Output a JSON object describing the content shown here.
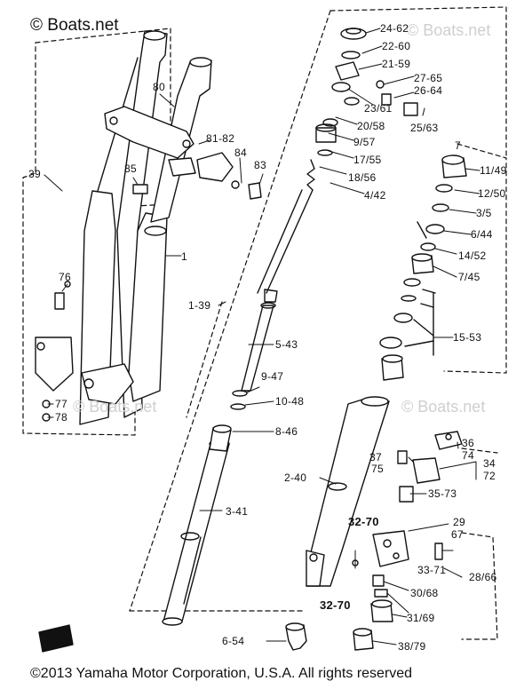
{
  "watermark": {
    "site": "© Boats.net",
    "ghost": "© Boats.net"
  },
  "copyright": "©2013 Yamaha Motor Corporation, U.S.A. All rights reserved",
  "labels": {
    "l_24_62": "24-62",
    "l_22_60": "22-60",
    "l_21_59": "21-59",
    "l_27_65": "27-65",
    "l_26_64": "26-64",
    "l_23_61": "23/61",
    "l_20_58": "20/58",
    "l_25_63": "25/63",
    "l_9_57": "9/57",
    "l_17_55": "17/55",
    "l_18_56": "18/56",
    "l_4_42": "4/42",
    "l_7": "7",
    "l_11_49": "11/49",
    "l_12_50": "12/50",
    "l_3_5": "3/5",
    "l_6_44": "6/44",
    "l_14_52": "14/52",
    "l_7_45": "7/45",
    "l_15_53": "15-53",
    "l_80": "80",
    "l_81_82": "81-82",
    "l_84": "84",
    "l_85": "85",
    "l_83": "83",
    "l_39": "39",
    "l_1": "1",
    "l_76": "76",
    "l_1_39": "1-39",
    "l_5_43": "5-43",
    "l_9_47": "9-47",
    "l_10_48": "10-48",
    "l_8_46": "8-46",
    "l_77": "77",
    "l_78": "78",
    "l_36": "36",
    "l_74": "74",
    "l_37": "37",
    "l_75": "75",
    "l_34": "34",
    "l_72": "72",
    "l_2_40": "2-40",
    "l_35_73": "35-73",
    "l_3_41": "3-41",
    "l_32_70a": "32-70",
    "l_29": "29",
    "l_67": "67",
    "l_33_71": "33-71",
    "l_28_66": "28/66",
    "l_30_68": "30/68",
    "l_32_70b": "32-70",
    "l_31_69": "31/69",
    "l_38_79": "38/79",
    "l_6_54": "6-54"
  }
}
